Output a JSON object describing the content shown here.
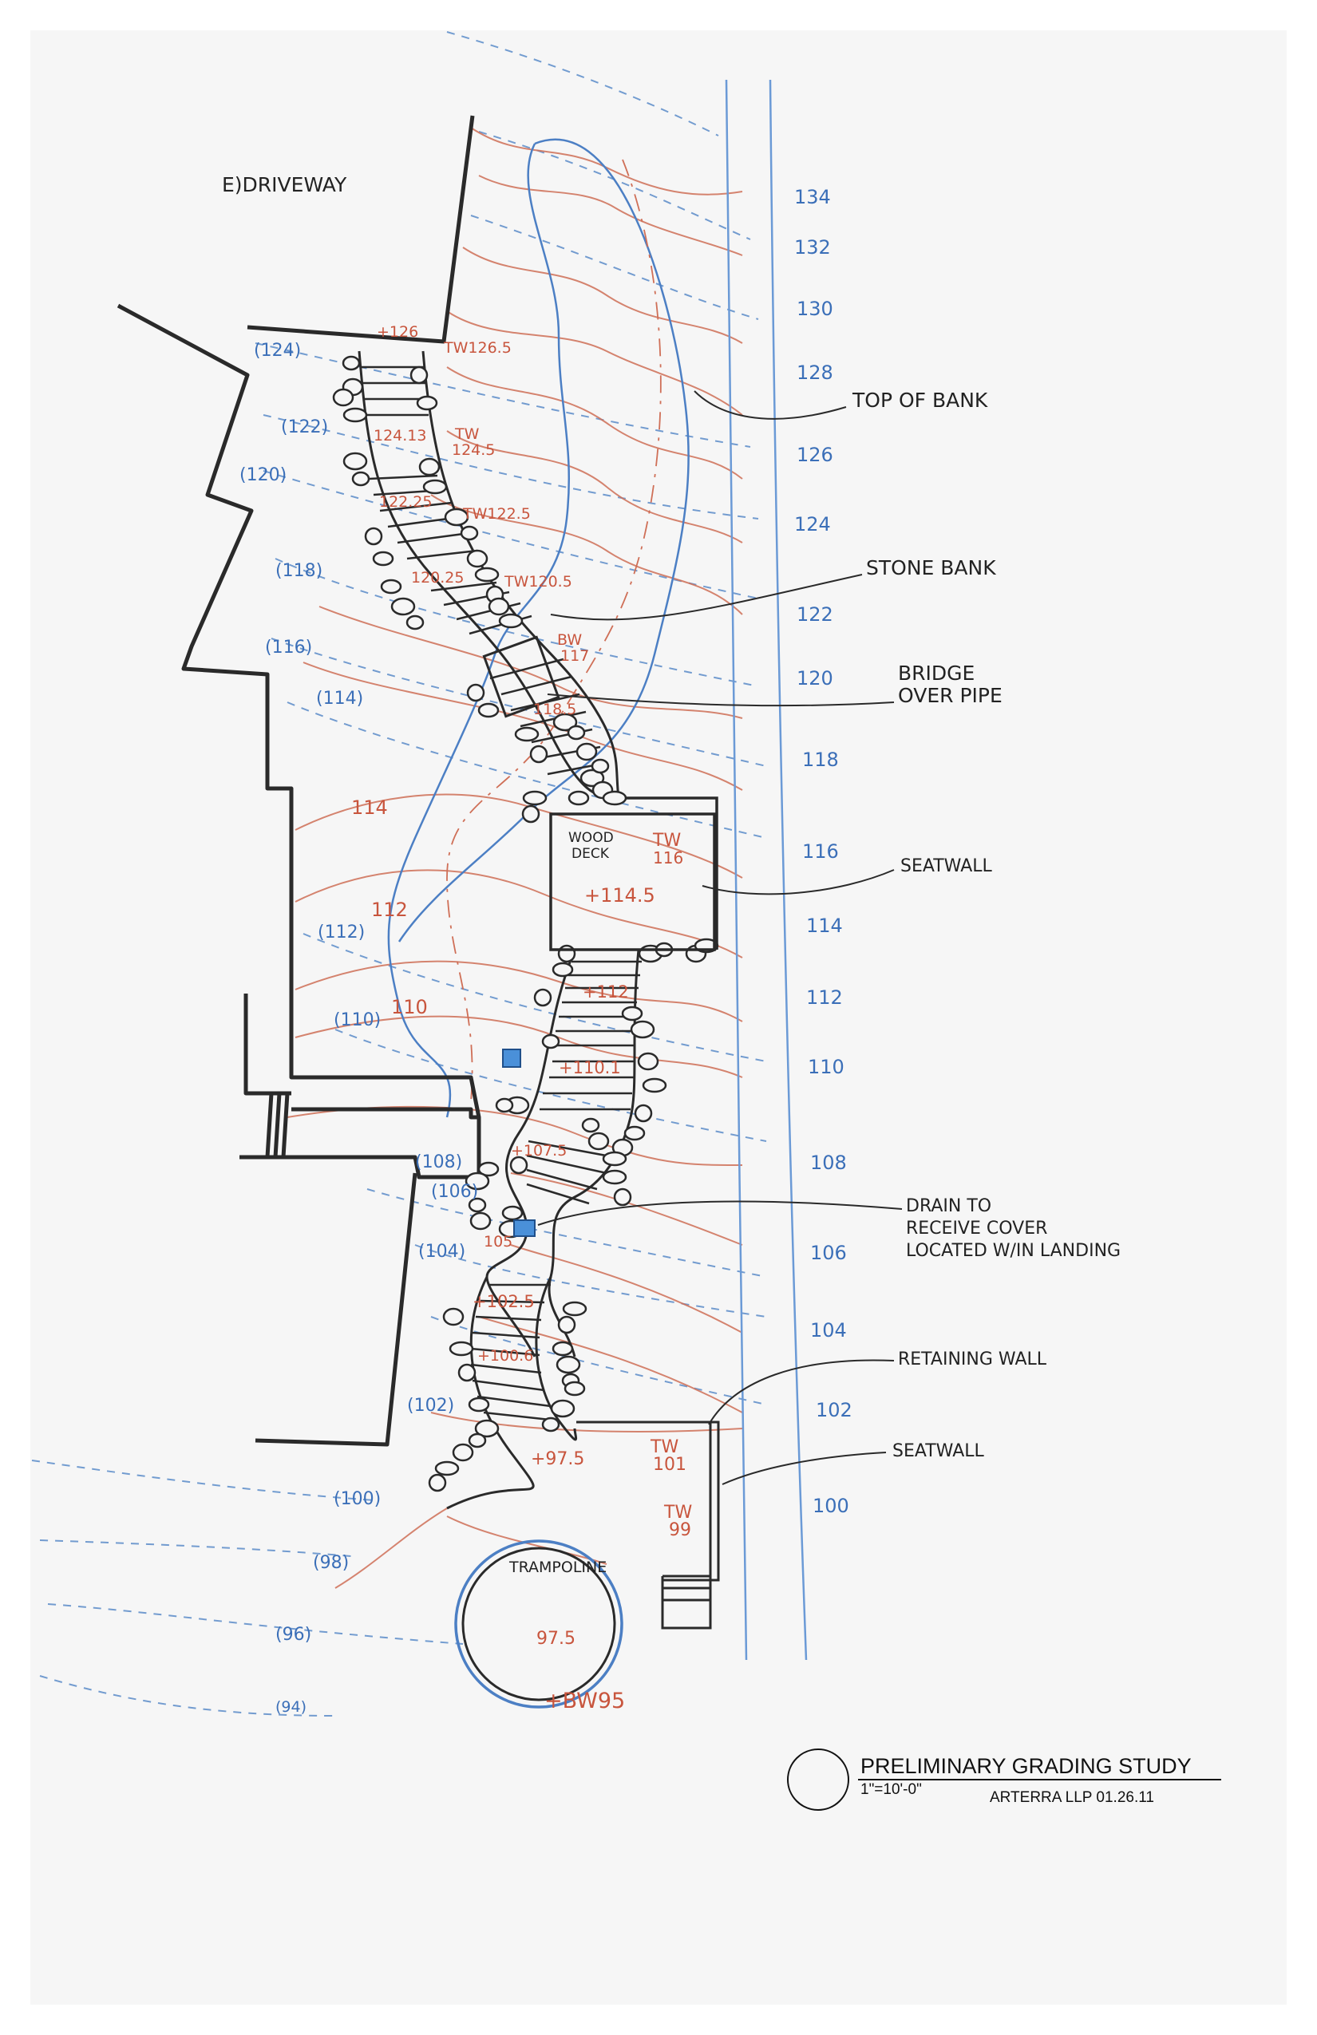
{
  "labels": {
    "driveway": "E)DRIVEWAY",
    "top_of_bank": "TOP OF BANK",
    "stone_bank": "STONE BANK",
    "bridge_line1": "BRIDGE",
    "bridge_line2": "OVER PIPE",
    "seatwall_upper": "SEATWALL",
    "drain_line1": "DRAIN TO",
    "drain_line2": "RECEIVE COVER",
    "drain_line3": "LOCATED W/IN LANDING",
    "retaining_wall": "RETAINING WALL",
    "seatwall_lower": "SEATWALL",
    "wood_deck_line1": "WOOD",
    "wood_deck_line2": "DECK",
    "trampoline": "TRAMPOLINE"
  },
  "contours_right": [
    "134",
    "132",
    "130",
    "128",
    "126",
    "124",
    "122",
    "120",
    "118",
    "116",
    "114",
    "112",
    "110",
    "108",
    "106",
    "104",
    "102",
    "100"
  ],
  "contours_left": [
    "(124)",
    "(122)",
    "(120)",
    "(118)",
    "(116)",
    "(114)",
    "(112)",
    "(110)",
    "(108)",
    "(106)",
    "(104)",
    "(102)",
    "(100)",
    "(98)",
    "(96)",
    "(94)"
  ],
  "contours_red": [
    "114",
    "112",
    "110"
  ],
  "spot_elevations": {
    "s126": "+126",
    "tw1265": "TW126.5",
    "s12413": "124.13",
    "tw1245a": "TW",
    "tw1245b": "124.5",
    "s12225": "122.25",
    "tw1225": "TW122.5",
    "s12025": "120.25",
    "tw1205": "TW120.5",
    "bw117a": "BW",
    "bw117b": "117",
    "s1185": "118.5",
    "tw116a": "TW",
    "tw116b": "116",
    "s1145": "+114.5",
    "s112": "+112",
    "s1101": "+110.1",
    "s1075": "+107.5",
    "s105": "105",
    "s1025": "+102.5",
    "s1006": "+100.6",
    "s975": "+97.5",
    "tw101a": "TW",
    "tw101b": "101",
    "tw99a": "TW",
    "tw99b": "99",
    "s975b": "97.5",
    "bw95": "+BW95"
  },
  "title_block": {
    "title": "PRELIMINARY GRADING STUDY",
    "scale": "1\"=10'-0\"",
    "firm_date": "ARTERRA LLP 01.26.11"
  },
  "colors": {
    "existing_contour": "#3b6fb8",
    "proposed_contour": "#c8553d",
    "structure": "#2a2a2a",
    "drain": "#4a90d9"
  }
}
